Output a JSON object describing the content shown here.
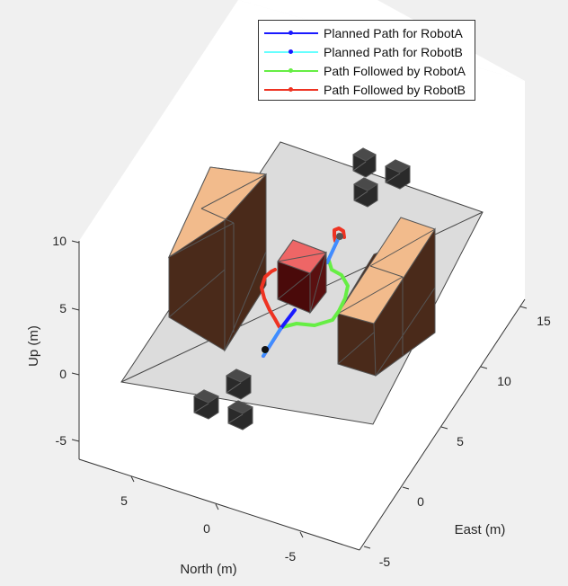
{
  "chart_data": {
    "type": "3d-scene",
    "title": "",
    "axes": {
      "x": {
        "label": "North (m)",
        "ticks": [
          "5",
          "0",
          "-5"
        ]
      },
      "y": {
        "label": "East (m)",
        "ticks": [
          "-5",
          "0",
          "5",
          "10",
          "15"
        ]
      },
      "z": {
        "label": "Up (m)",
        "ticks": [
          "10",
          "5",
          "0",
          "-5"
        ]
      }
    },
    "legend": {
      "placement": "top-right",
      "entries": [
        {
          "label": "Planned Path for RobotA",
          "color": "#1a1aff"
        },
        {
          "label": "Planned Path for RobotB",
          "color": "#66ffff"
        },
        {
          "label": "Path Followed by RobotA",
          "color": "#66ee44"
        },
        {
          "label": "Path Followed by RobotB",
          "color": "#ee3322"
        }
      ]
    },
    "objects": [
      {
        "name": "floor",
        "color": "#dcdcdc"
      },
      {
        "name": "shelf-left",
        "top_color": "#f2bb8c",
        "side_color": "#4a2a1a"
      },
      {
        "name": "shelf-right",
        "top_color": "#f2bb8c",
        "side_color": "#4a2a1a"
      },
      {
        "name": "center-obstacle",
        "top_color": "#ee6666",
        "side_color": "#4a0a0a"
      },
      {
        "name": "crate-group-far",
        "count": 3,
        "color": "#333333"
      },
      {
        "name": "crate-group-near",
        "count": 3,
        "color": "#333333"
      }
    ],
    "paths": [
      {
        "name": "planned-a",
        "color": "#1a1aff"
      },
      {
        "name": "planned-b",
        "color": "#66ffff"
      },
      {
        "name": "followed-a",
        "color": "#66ee44"
      },
      {
        "name": "followed-b",
        "color": "#ee3322"
      }
    ]
  }
}
